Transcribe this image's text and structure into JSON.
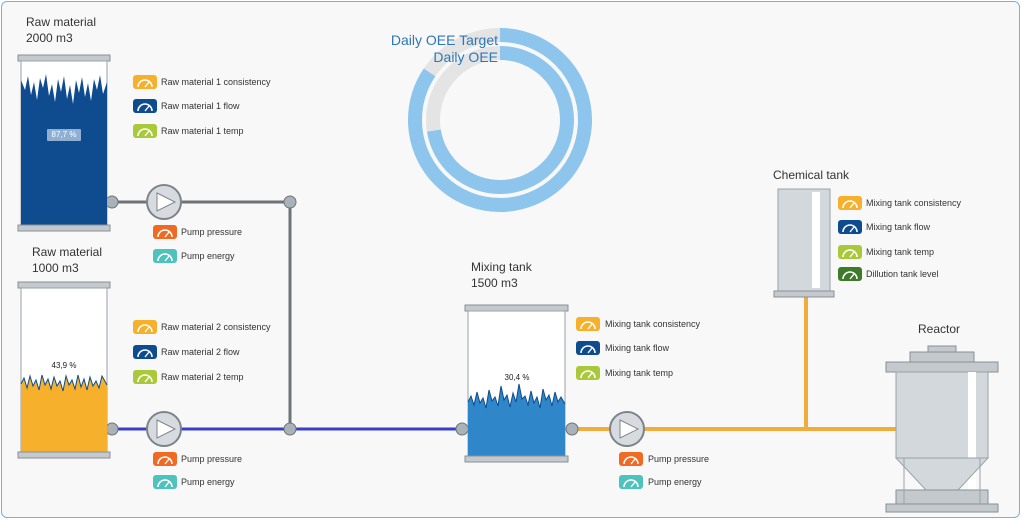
{
  "tanks": {
    "raw1": {
      "title": "Raw material",
      "volume": "2000 m3",
      "level": "87,7 %",
      "fill_color": "#0e4c8f",
      "level_fraction": 0.877
    },
    "raw2": {
      "title": "Raw material",
      "volume": "1000 m3",
      "level": "43,9 %",
      "fill_color": "#f7b02b",
      "level_fraction": 0.439
    },
    "mixing": {
      "title": "Mixing tank",
      "volume": "1500 m3",
      "level": "30,4 %",
      "fill_color": "#2f86c8",
      "level_fraction": 0.304
    },
    "chemical": {
      "title": "Chemical tank"
    },
    "reactor": {
      "title": "Reactor"
    }
  },
  "oee": {
    "target_label": "Daily OEE Target",
    "oee_label": "Daily OEE",
    "colors": {
      "ring": "#8ec5ec",
      "empty": "#e4e4e4",
      "text": "#2d77b8"
    }
  },
  "indicators": {
    "raw1": [
      "Raw material 1 consistency",
      "Raw material 1 flow",
      "Raw material 1 temp"
    ],
    "raw2": [
      "Raw material 2 consistency",
      "Raw material 2 flow",
      "Raw material 2 temp"
    ],
    "pump1": [
      "Pump pressure",
      "Pump energy"
    ],
    "pump2": [
      "Pump pressure",
      "Pump energy"
    ],
    "pump3": [
      "Pump pressure",
      "Pump energy"
    ],
    "mixing": [
      "Mixing tank consistency",
      "Mixing tank flow",
      "Mixing tank temp"
    ],
    "chemical": [
      "Mixing tank consistency",
      "Mixing tank flow",
      "Mixing tank temp",
      "Dillution tank level"
    ]
  },
  "gauge_colors": {
    "consistency": "#f7b02b",
    "flow": "#0e4c8f",
    "temp": "#a9c93a",
    "pressure": "#ef6a22",
    "energy": "#4ec3bd",
    "level": "#3d7a2a"
  },
  "pipe_colors": {
    "grey": "#6e7378",
    "blue": "#3a3fc7",
    "orange": "#f0ac3c"
  }
}
